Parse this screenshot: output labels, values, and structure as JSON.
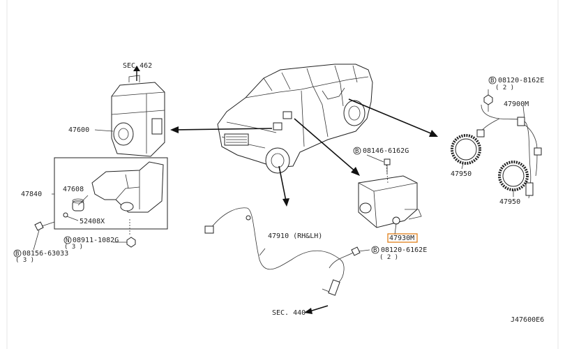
{
  "labels": {
    "sec462": "SEC.462",
    "p47600": "47600",
    "p47840": "47840",
    "p47608": "47608",
    "p52408x": "52408X",
    "n08911": "08911-1082G",
    "n08911_qty": "( 3 )",
    "b08156": "08156-63033",
    "b08156_qty": "( 3 )",
    "b08120_top": "08120-8162E",
    "b08120_top_qty": "( 2 )",
    "p47900m": "47900M",
    "p47950a": "47950",
    "p47950b": "47950",
    "b08146": "08146-6162G",
    "p47930m": "47930M",
    "p47910": "47910 (RH&LH)",
    "b08120_mid": "08120-6162E",
    "b08120_mid_qty": "( 2 )",
    "sec440": "SEC. 440",
    "diagram_code": "J47600E6"
  },
  "prefix": {
    "b": "B",
    "n": "N"
  },
  "colors": {
    "highlight": "#e0801a",
    "line": "#222222"
  }
}
